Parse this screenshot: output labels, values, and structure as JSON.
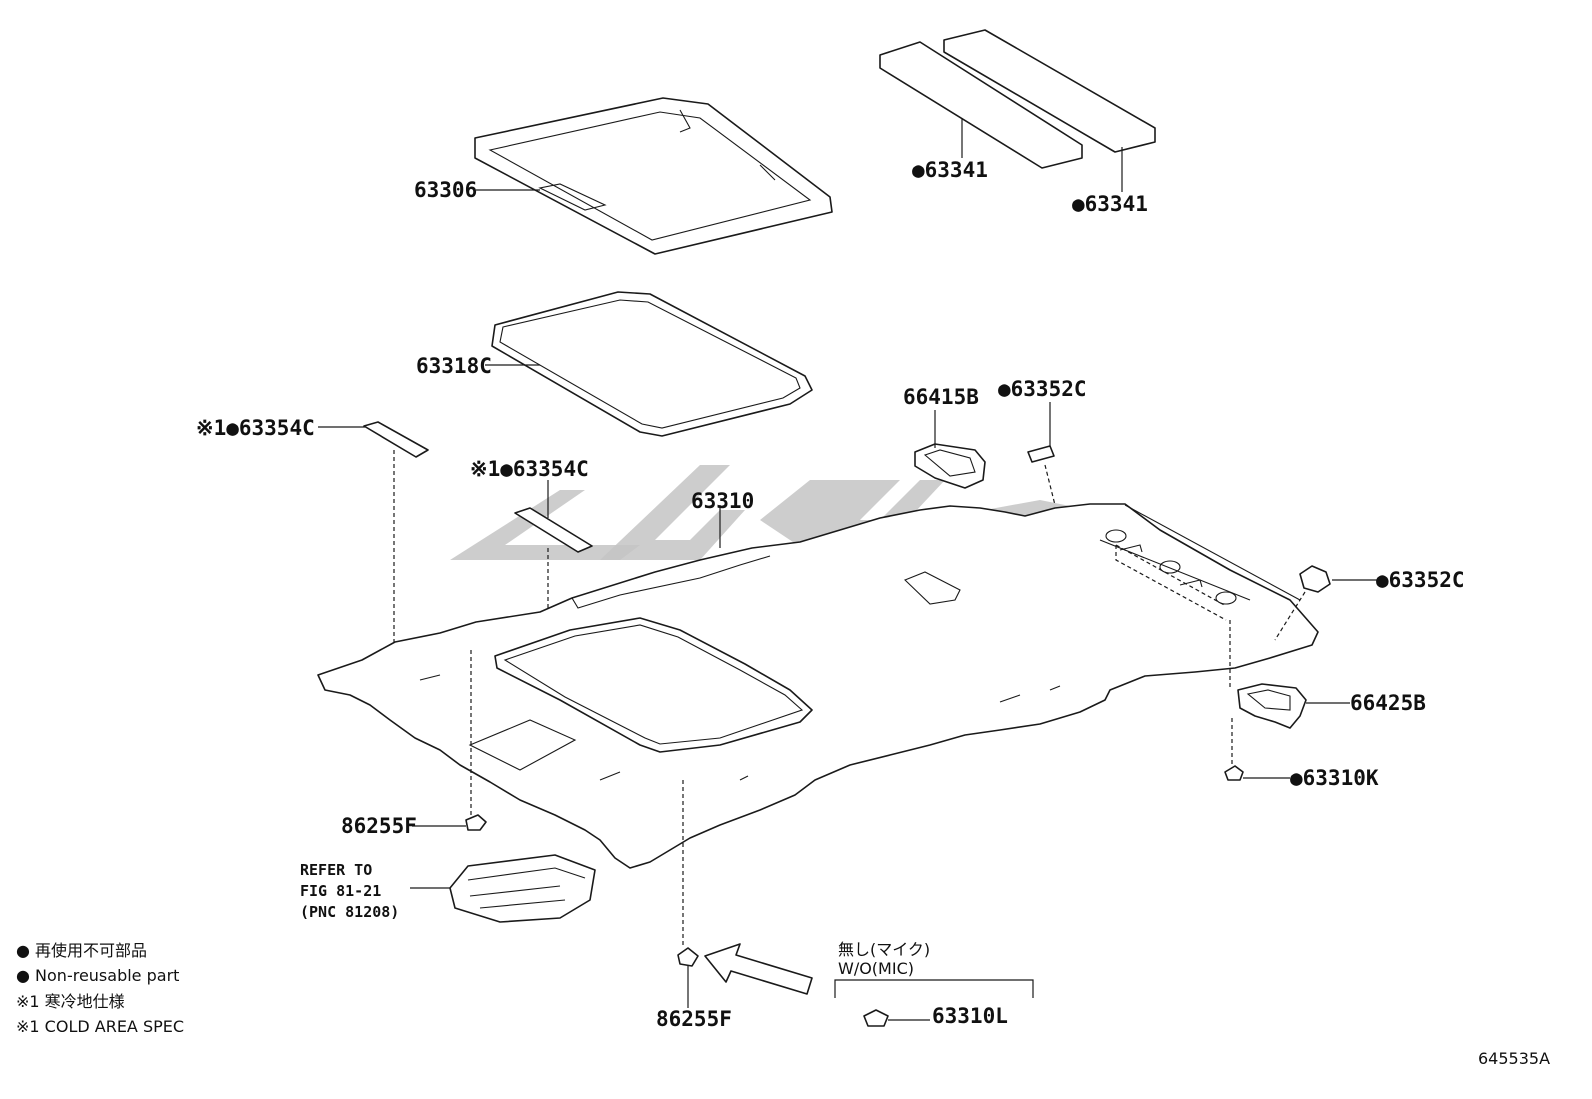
{
  "parts": {
    "p63306": "63306",
    "p63341_a": "●63341",
    "p63341_b": "●63341",
    "p63318c": "63318C",
    "p63354c_a": "※1●63354C",
    "p63354c_b": "※1●63354C",
    "p66415b": "66415B",
    "p63352c_a": "●63352C",
    "p63352c_b": "●63352C",
    "p63310": "63310",
    "p66425b": "66425B",
    "p63310k": "●63310K",
    "p86255f_a": "86255F",
    "p86255f_b": "86255F",
    "p63310l": "63310L"
  },
  "refer": {
    "line1": "REFER TO",
    "line2": "FIG 81-21",
    "line3": "(PNC 81208)"
  },
  "variant": {
    "jp": "無し(マイク)",
    "en": "W/O(MIC)"
  },
  "legend": {
    "non_reusable_jp": "● 再使用不可部品",
    "non_reusable_en": "● Non-reusable part",
    "cold_jp": "※1 寒冷地仕様",
    "cold_en": "※1 COLD AREA SPEC"
  },
  "figure_code": "645535A",
  "colors": {
    "line": "#1a1a1a",
    "watermark": "#c4c4c4",
    "background": "#ffffff"
  }
}
